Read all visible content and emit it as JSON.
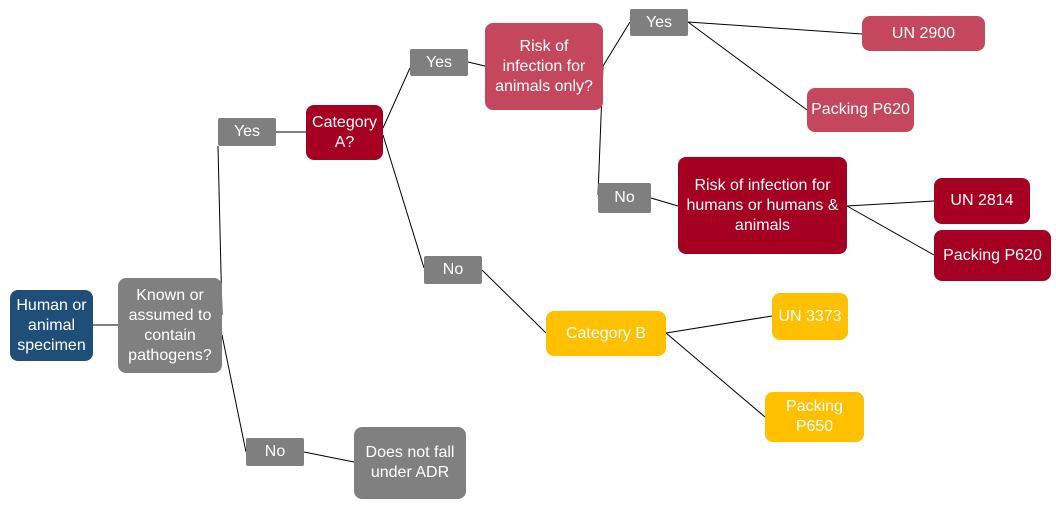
{
  "nodes": {
    "specimen": "Human or animal specimen",
    "pathogens": "Known or assumed to contain pathogens?",
    "yes_1": "Yes",
    "no_1": "No",
    "not_adr": "Does not fall under ADR",
    "category_a": "Category A?",
    "yes_2": "Yes",
    "no_2": "No",
    "animals_only": "Risk of infection for animals only?",
    "yes_3": "Yes",
    "no_3": "No",
    "un2900": "UN 2900",
    "p620_a": "Packing P620",
    "humans_animals": "Risk of infection for humans or humans & animals",
    "un2814": "UN 2814",
    "p620_b": "Packing P620",
    "category_b": "Category B",
    "un3373": "UN 3373",
    "p650": "Packing P650"
  },
  "colors": {
    "connector": "#000000",
    "gray_node": "#808080",
    "specimen_node": "#1f4e79",
    "category_a_node": "#a50021",
    "animals_branch_node": "#c4475d",
    "category_b_node": "#ffc000"
  }
}
